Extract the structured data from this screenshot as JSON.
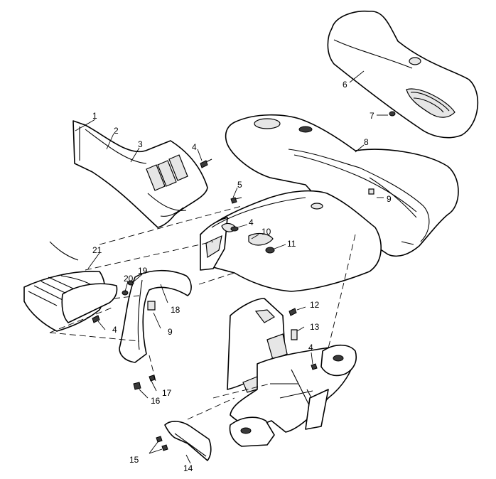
{
  "diagram": {
    "callouts": [
      {
        "id": "c1",
        "label": "1"
      },
      {
        "id": "c2",
        "label": "2"
      },
      {
        "id": "c3",
        "label": "3"
      },
      {
        "id": "c4a",
        "label": "4"
      },
      {
        "id": "c4b",
        "label": "4"
      },
      {
        "id": "c4c",
        "label": "4"
      },
      {
        "id": "c4d",
        "label": "4"
      },
      {
        "id": "c5",
        "label": "5"
      },
      {
        "id": "c6",
        "label": "6"
      },
      {
        "id": "c7",
        "label": "7"
      },
      {
        "id": "c8",
        "label": "8"
      },
      {
        "id": "c9a",
        "label": "9"
      },
      {
        "id": "c9b",
        "label": "9"
      },
      {
        "id": "c10",
        "label": "10"
      },
      {
        "id": "c11",
        "label": "11"
      },
      {
        "id": "c12",
        "label": "12"
      },
      {
        "id": "c13",
        "label": "13"
      },
      {
        "id": "c14",
        "label": "14"
      },
      {
        "id": "c15",
        "label": "15"
      },
      {
        "id": "c16",
        "label": "16"
      },
      {
        "id": "c17",
        "label": "17"
      },
      {
        "id": "c18",
        "label": "18"
      },
      {
        "id": "c19",
        "label": "19"
      },
      {
        "id": "c20",
        "label": "20"
      },
      {
        "id": "c21",
        "label": "21"
      }
    ]
  }
}
